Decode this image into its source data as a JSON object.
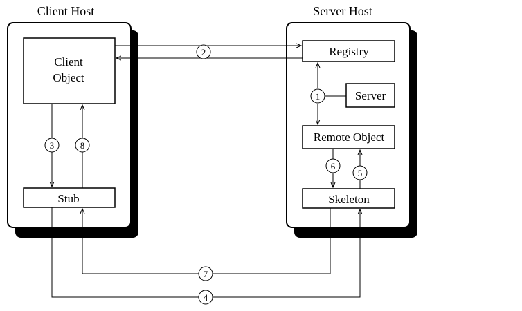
{
  "client_host": {
    "title": "Client Host",
    "client_object": {
      "line1": "Client",
      "line2": "Object"
    },
    "stub": "Stub"
  },
  "server_host": {
    "title": "Server Host",
    "registry": "Registry",
    "server": "Server",
    "remote_object": "Remote Object",
    "skeleton": "Skeleton"
  },
  "steps": [
    "1",
    "2",
    "3",
    "4",
    "5",
    "6",
    "7",
    "8"
  ]
}
